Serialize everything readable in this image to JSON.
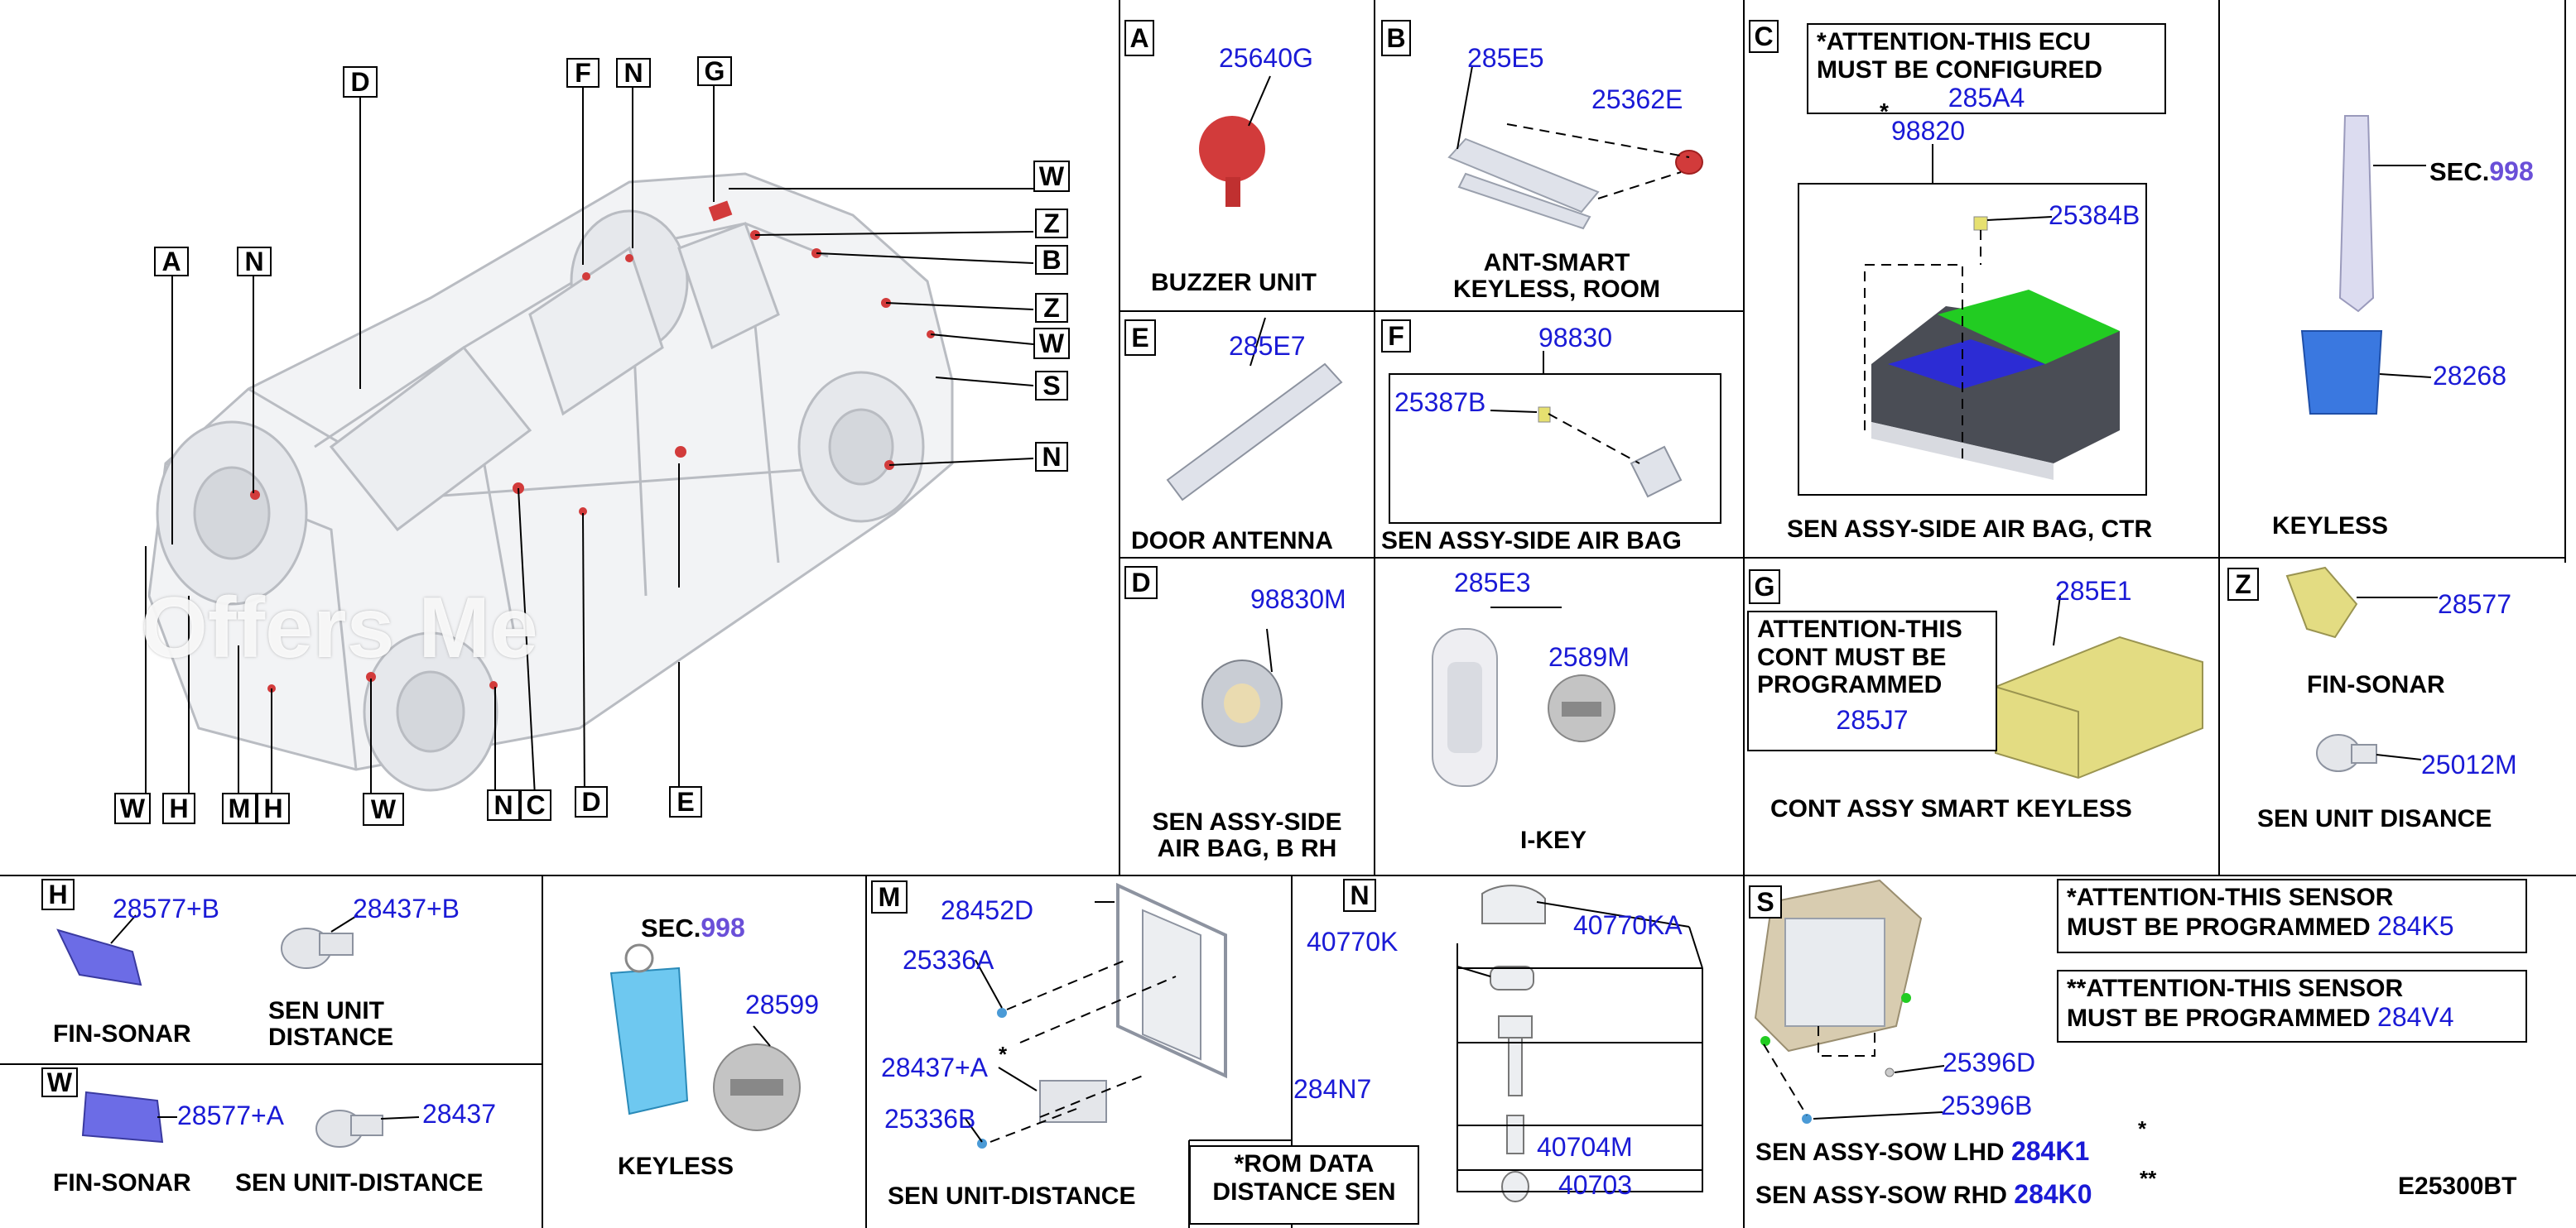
{
  "colors": {
    "part_number": "#1a1ad6",
    "sec_number": "#6a4fd8",
    "buzzer_red": "#d23b3b",
    "airbag_green": "#22cc22",
    "airbag_blue": "#2c2cd4",
    "key_blue": "#3a78e0",
    "fin_sonar_blue": "#6c6ce6",
    "module_yellow": "#e3dc82"
  },
  "vehicle": {
    "callouts": [
      "A",
      "N",
      "D",
      "F",
      "N",
      "G",
      "W",
      "Z",
      "B",
      "Z",
      "W",
      "S",
      "N",
      "W",
      "H",
      "M",
      "H",
      "W",
      "N",
      "C",
      "D",
      "E"
    ]
  },
  "watermark": "Offers Me",
  "sections": {
    "A": {
      "letter": "A",
      "part": "25640G",
      "name": "BUZZER UNIT"
    },
    "B": {
      "letter": "B",
      "parts": [
        "285E5",
        "25362E"
      ],
      "name_line1": "ANT-SMART",
      "name_line2": "KEYLESS, ROOM"
    },
    "C": {
      "letter": "C",
      "note_line1": "*ATTENTION-THIS ECU",
      "note_line2": "MUST BE CONFIGURED",
      "note_part": "285A4",
      "star": "*",
      "parts": [
        "98820",
        "25384B"
      ],
      "name": "SEN ASSY-SIDE AIR BAG, CTR"
    },
    "K1": {
      "sec_label": "SEC.",
      "sec_num": "998",
      "part": "28268",
      "name": "KEYLESS"
    },
    "E": {
      "letter": "E",
      "part": "285E7",
      "name": "DOOR ANTENNA"
    },
    "F": {
      "letter": "F",
      "parts": [
        "98830",
        "25387B"
      ],
      "name": "SEN ASSY-SIDE AIR BAG"
    },
    "D": {
      "letter": "D",
      "part": "98830M",
      "name_line1": "SEN ASSY-SIDE",
      "name_line2": "AIR BAG, B RH"
    },
    "I": {
      "parts": [
        "285E3",
        "2589M"
      ],
      "name": "I-KEY"
    },
    "G": {
      "letter": "G",
      "part": "285E1",
      "note_line1": "ATTENTION-THIS",
      "note_line2": "CONT MUST BE",
      "note_line3": "PROGRAMMED",
      "note_part": "285J7",
      "name": "CONT ASSY SMART KEYLESS"
    },
    "Z": {
      "letter": "Z",
      "parts": [
        "28577",
        "25012M"
      ],
      "name1": "FIN-SONAR",
      "name2": "SEN UNIT DISANCE"
    },
    "H": {
      "letter": "H",
      "parts": [
        "28577+B",
        "28437+B"
      ],
      "name1": "FIN-SONAR",
      "name2_line1": "SEN UNIT",
      "name2_line2": "DISTANCE"
    },
    "W": {
      "letter": "W",
      "parts": [
        "28577+A",
        "28437"
      ],
      "name1": "FIN-SONAR",
      "name2": "SEN UNIT-DISTANCE"
    },
    "K2": {
      "sec_label": "SEC.",
      "sec_num": "998",
      "part": "28599",
      "name": "KEYLESS"
    },
    "M": {
      "letter": "M",
      "parts": [
        "28452D",
        "25336A",
        "28437+A",
        "25336B",
        "284N7"
      ],
      "star": "*",
      "name": "SEN UNIT-DISTANCE",
      "note_line1": "*ROM DATA",
      "note_line2": "DISTANCE SEN"
    },
    "N": {
      "letter": "N",
      "parts": [
        "40770K",
        "40770KA",
        "40704M",
        "40703"
      ]
    },
    "S": {
      "letter": "S",
      "parts": [
        "25396D",
        "25396B"
      ],
      "note1_line1": "*ATTENTION-THIS SENSOR",
      "note1_line2": "MUST BE PROGRAMMED",
      "note1_part": "284K5",
      "note2_line1": "**ATTENTION-THIS SENSOR",
      "note2_line2": "MUST BE PROGRAMMED",
      "note2_part": "284V4",
      "lhd_name": "SEN ASSY-SOW LHD",
      "lhd_part": "284K1",
      "lhd_star": "*",
      "rhd_name": "SEN ASSY-SOW RHD",
      "rhd_part": "284K0",
      "rhd_star": "**"
    }
  },
  "figure_code": "E25300BT"
}
